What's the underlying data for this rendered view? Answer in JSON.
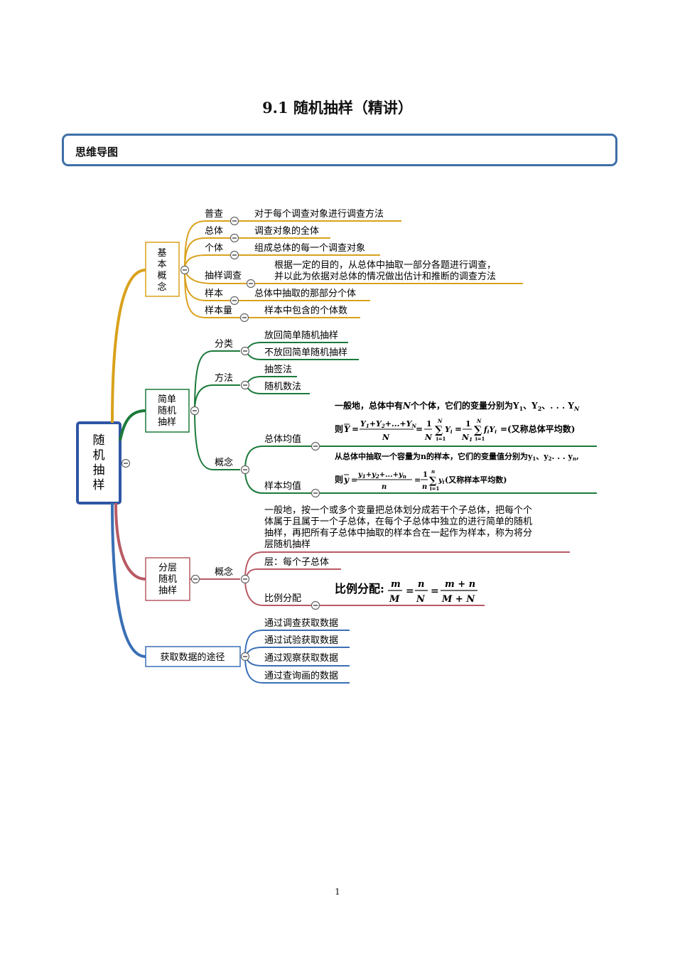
{
  "title": "9.1  随机抽样（精讲）",
  "section": "思维导图",
  "page_number": "1",
  "colors": {
    "root": "#2f55a4",
    "basic": "#d9a21c",
    "simple": "#1b7a3a",
    "strat": "#b85a64",
    "data": "#3a6fb5"
  },
  "root": {
    "chars": [
      "随",
      "机",
      "抽",
      "样"
    ]
  },
  "basic": {
    "chars": [
      "基",
      "本",
      "概",
      "念"
    ],
    "items": [
      {
        "label": "普查",
        "text": "对于每个调查对象进行调查方法"
      },
      {
        "label": "总体",
        "text": "调查对象的全体"
      },
      {
        "label": "个体",
        "text": "组成总体的每一个调查对象"
      },
      {
        "label": "抽样调查",
        "text1": "根据一定的目的，从总体中抽取一部分各题进行调查，",
        "text2": "并以此为依据对总体的情况做出估计和推断的调查方法"
      },
      {
        "label": "样本",
        "text": "总体中抽取的那部分个体"
      },
      {
        "label": "样本量",
        "text": "样本中包含的个体数"
      }
    ]
  },
  "simple": {
    "chars": [
      "简单",
      "随机",
      "抽样"
    ],
    "classify": {
      "label": "分类",
      "items": [
        "放回简单随机抽样",
        "不放回简单随机抽样"
      ]
    },
    "method": {
      "label": "方法",
      "items": [
        "抽签法",
        "随机数法"
      ]
    },
    "concept": {
      "label": "概念",
      "pop_mean": {
        "label": "总体均值",
        "line1_a": "一般地，总体中有",
        "line1_b": "个个体，它们的变量分别为Y",
        "line1_c": "、Y",
        "line1_d": "、. . . Y",
        "ze": "则",
        "note": "=(又称总体平均数)"
      },
      "sample_mean": {
        "label": "样本均值",
        "line1": "从总体中抽取一个容量为n的样本，它们的变量值分别为y",
        "line1_b": "、y",
        "line1_c": ". . . y",
        "ze": "则",
        "note": "(又称样本平均数)"
      }
    }
  },
  "strat": {
    "chars": [
      "分层",
      "随机",
      "抽样"
    ],
    "concept_label": "概念",
    "description": [
      "一般地，按一个或多个变量把总体划分成若干个子总体，把每个个",
      "体属于且属于一个子总体，在每个子总体中独立的进行简单的随机",
      "抽样，再把所有子总体中抽取的样本合在一起作为样本，称为将分",
      "层随机抽样"
    ],
    "layer": "层：每个子总体",
    "ratio_label": "比例分配",
    "ratio_title": "比例分配:"
  },
  "data_ways": {
    "label": "获取数据的途径",
    "items": [
      "通过调查获取数据",
      "通过试验获取数据",
      "通过观察获取数据",
      "通过查询画的数据"
    ]
  }
}
